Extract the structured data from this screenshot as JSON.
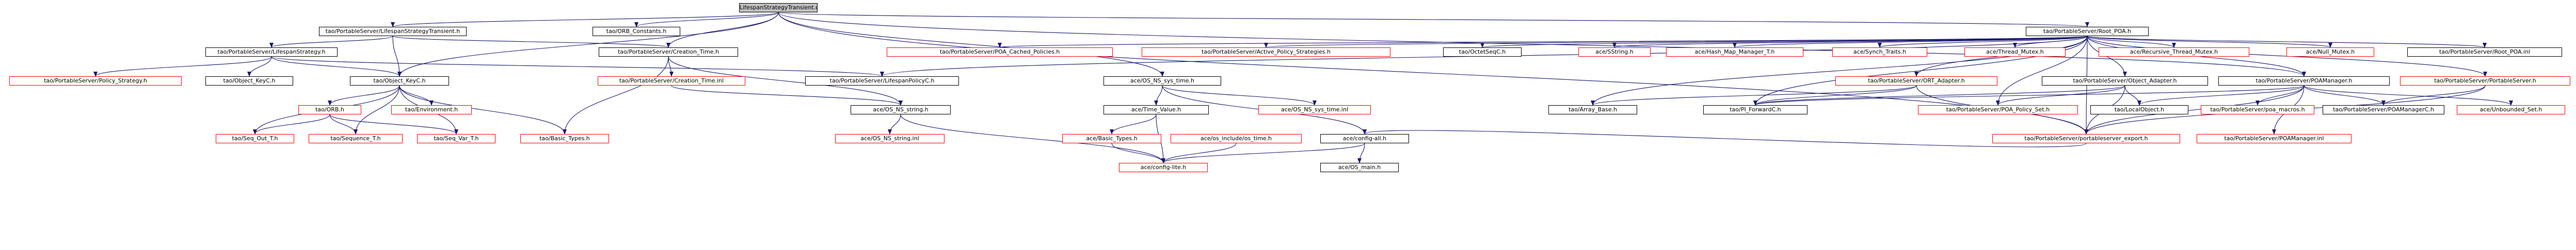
{
  "colors": {
    "edge": "#191970",
    "missing_border": "#ff0000",
    "root_fill": "#bfbfbf",
    "node_border": "#000000"
  },
  "nodes": [
    {
      "id": "root",
      "label": "LifespanStrategyTransient.cpp",
      "kind": "root"
    },
    {
      "id": "lst_h",
      "label": "tao/PortableServer/LifespanStrategyTransient.h",
      "kind": "normal"
    },
    {
      "id": "orb_const",
      "label": "tao/ORB_Constants.h",
      "kind": "normal"
    },
    {
      "id": "root_poa",
      "label": "tao/PortableServer/Root_POA.h",
      "kind": "normal"
    },
    {
      "id": "lst_strat",
      "label": "tao/PortableServer/LifespanStrategy.h",
      "kind": "normal"
    },
    {
      "id": "creation_time",
      "label": "tao/PortableServer/Creation_Time.h",
      "kind": "normal"
    },
    {
      "id": "poa_cached",
      "label": "tao/PortableServer/POA_Cached_Policies.h",
      "kind": "missing"
    },
    {
      "id": "active_policy",
      "label": "tao/PortableServer/Active_Policy_Strategies.h",
      "kind": "missing"
    },
    {
      "id": "octetseq",
      "label": "tao/OctetSeqC.h",
      "kind": "normal"
    },
    {
      "id": "sstring",
      "label": "ace/SString.h",
      "kind": "missing"
    },
    {
      "id": "hash_map",
      "label": "ace/Hash_Map_Manager_T.h",
      "kind": "missing"
    },
    {
      "id": "synch_traits",
      "label": "ace/Synch_Traits.h",
      "kind": "missing"
    },
    {
      "id": "thread_mutex",
      "label": "ace/Thread_Mutex.h",
      "kind": "missing"
    },
    {
      "id": "recursive_mutex",
      "label": "ace/Recursive_Thread_Mutex.h",
      "kind": "missing"
    },
    {
      "id": "null_mutex",
      "label": "ace/Null_Mutex.h",
      "kind": "missing"
    },
    {
      "id": "root_poa_inl",
      "label": "tao/PortableServer/Root_POA.inl",
      "kind": "normal"
    },
    {
      "id": "ort_adapter",
      "label": "tao/PortableServer/ORT_Adapter.h",
      "kind": "missing"
    },
    {
      "id": "object_adapter",
      "label": "tao/PortableServer/Object_Adapter.h",
      "kind": "normal"
    },
    {
      "id": "poa_manager",
      "label": "tao/PortableServer/POAManager.h",
      "kind": "normal"
    },
    {
      "id": "portableserver_h",
      "label": "tao/PortableServer/PortableServer.h",
      "kind": "missing"
    },
    {
      "id": "policy_strategy",
      "label": "tao/PortableServer/Policy_Strategy.h",
      "kind": "missing"
    },
    {
      "id": "object_keyc",
      "label": "tao/Object_KeyC.h",
      "kind": "normal"
    },
    {
      "id": "object_keyc2",
      "label": "tao/Object_KeyC.h",
      "kind": "normal"
    },
    {
      "id": "creation_time_inl",
      "label": "tao/PortableServer/Creation_Time.inl",
      "kind": "missing"
    },
    {
      "id": "lifespan_policyc",
      "label": "tao/PortableServer/LifespanPolicyC.h",
      "kind": "normal"
    },
    {
      "id": "os_ns_sys_time",
      "label": "ace/OS_NS_sys_time.h",
      "kind": "normal"
    },
    {
      "id": "array_base",
      "label": "tao/Array_Base.h",
      "kind": "normal"
    },
    {
      "id": "pi_forwardc",
      "label": "tao/PI_ForwardC.h",
      "kind": "normal"
    },
    {
      "id": "poa_policy_set",
      "label": "tao/PortableServer/POA_Policy_Set.h",
      "kind": "missing"
    },
    {
      "id": "local_object",
      "label": "tao/LocalObject.h",
      "kind": "normal"
    },
    {
      "id": "pss_macros",
      "label": "tao/PortableServer/poa_macros.h",
      "kind": "missing"
    },
    {
      "id": "poamanagerc",
      "label": "tao/PortableServer/POAManagerC.h",
      "kind": "normal"
    },
    {
      "id": "unbounded_set",
      "label": "ace/Unbounded_Set.h",
      "kind": "missing"
    },
    {
      "id": "poamanager_inl",
      "label": "tao/PortableServer/POAManager.inl",
      "kind": "missing"
    },
    {
      "id": "environment",
      "label": "tao/Environment.h",
      "kind": "missing"
    },
    {
      "id": "os_ns_string",
      "label": "ace/OS_NS_string.h",
      "kind": "normal"
    },
    {
      "id": "time_value",
      "label": "ace/Time_Value.h",
      "kind": "normal"
    },
    {
      "id": "os_ns_sys_time_inl",
      "label": "ace/OS_NS_sys_time.inl",
      "kind": "missing"
    },
    {
      "id": "orb_h",
      "label": "tao/ORB.h",
      "kind": "missing"
    },
    {
      "id": "ps_export",
      "label": "tao/PortableServer/portableserver_export.h",
      "kind": "missing"
    },
    {
      "id": "seq_out_t",
      "label": "tao/Seq_Out_T.h",
      "kind": "missing"
    },
    {
      "id": "sequence_t",
      "label": "tao/Sequence_T.h",
      "kind": "missing"
    },
    {
      "id": "seq_var_t",
      "label": "tao/Seq_Var_T.h",
      "kind": "missing"
    },
    {
      "id": "basic_types_tao",
      "label": "tao/Basic_Types.h",
      "kind": "missing"
    },
    {
      "id": "os_ns_string_inl",
      "label": "ace/OS_NS_string.inl",
      "kind": "missing"
    },
    {
      "id": "basic_types_ace",
      "label": "ace/Basic_Types.h",
      "kind": "missing"
    },
    {
      "id": "os_include_time",
      "label": "ace/os_include/os_time.h",
      "kind": "missing"
    },
    {
      "id": "config_all",
      "label": "ace/config-all.h",
      "kind": "normal"
    },
    {
      "id": "config_lite",
      "label": "ace/config-lite.h",
      "kind": "missing"
    },
    {
      "id": "os_main",
      "label": "ace/OS_main.h",
      "kind": "normal"
    }
  ],
  "edges": [
    [
      "root",
      "lst_h"
    ],
    [
      "root",
      "orb_const"
    ],
    [
      "root",
      "root_poa"
    ],
    [
      "root",
      "creation_time"
    ],
    [
      "root",
      "os_ns_sys_time"
    ],
    [
      "root",
      "object_keyc2"
    ],
    [
      "root",
      "poa_manager"
    ],
    [
      "root",
      "ps_export"
    ],
    [
      "lst_h",
      "lst_strat"
    ],
    [
      "lst_h",
      "object_keyc2"
    ],
    [
      "lst_h",
      "creation_time"
    ],
    [
      "lst_strat",
      "policy_strategy"
    ],
    [
      "lst_strat",
      "object_keyc"
    ],
    [
      "lst_strat",
      "object_keyc2"
    ],
    [
      "lst_strat",
      "lifespan_policyc"
    ],
    [
      "root_poa",
      "poa_cached"
    ],
    [
      "root_poa",
      "active_policy"
    ],
    [
      "root_poa",
      "octetseq"
    ],
    [
      "root_poa",
      "sstring"
    ],
    [
      "root_poa",
      "hash_map"
    ],
    [
      "root_poa",
      "synch_traits"
    ],
    [
      "root_poa",
      "thread_mutex"
    ],
    [
      "root_poa",
      "recursive_mutex"
    ],
    [
      "root_poa",
      "null_mutex"
    ],
    [
      "root_poa",
      "root_poa_inl"
    ],
    [
      "root_poa",
      "ort_adapter"
    ],
    [
      "root_poa",
      "object_adapter"
    ],
    [
      "root_poa",
      "poa_manager"
    ],
    [
      "root_poa",
      "portableserver_h"
    ],
    [
      "root_poa",
      "lifespan_policyc"
    ],
    [
      "root_poa",
      "array_base"
    ],
    [
      "root_poa",
      "pi_forwardc"
    ],
    [
      "root_poa",
      "poa_policy_set"
    ],
    [
      "root_poa",
      "ps_export"
    ],
    [
      "creation_time",
      "creation_time_inl"
    ],
    [
      "creation_time",
      "basic_types_tao"
    ],
    [
      "creation_time",
      "os_ns_string"
    ],
    [
      "creation_time_inl",
      "os_ns_string"
    ],
    [
      "object_keyc2",
      "orb_h"
    ],
    [
      "object_keyc2",
      "environment"
    ],
    [
      "object_keyc2",
      "seq_out_t"
    ],
    [
      "object_keyc2",
      "sequence_t"
    ],
    [
      "object_keyc2",
      "seq_var_t"
    ],
    [
      "object_keyc2",
      "basic_types_tao"
    ],
    [
      "orb_h",
      "seq_out_t"
    ],
    [
      "orb_h",
      "sequence_t"
    ],
    [
      "orb_h",
      "seq_var_t"
    ],
    [
      "os_ns_sys_time",
      "time_value"
    ],
    [
      "os_ns_sys_time",
      "os_ns_sys_time_inl"
    ],
    [
      "os_ns_sys_time",
      "config_all"
    ],
    [
      "time_value",
      "basic_types_ace"
    ],
    [
      "time_value",
      "config_lite"
    ],
    [
      "os_ns_string",
      "os_ns_string_inl"
    ],
    [
      "os_ns_string",
      "config_lite"
    ],
    [
      "basic_types_ace",
      "config_lite"
    ],
    [
      "os_include_time",
      "config_lite"
    ],
    [
      "config_all",
      "config_lite"
    ],
    [
      "config_all",
      "os_main"
    ],
    [
      "ort_adapter",
      "pi_forwardc"
    ],
    [
      "ort_adapter",
      "array_base"
    ],
    [
      "ort_adapter",
      "ps_export"
    ],
    [
      "object_adapter",
      "pi_forwardc"
    ],
    [
      "object_adapter",
      "poa_policy_set"
    ],
    [
      "object_adapter",
      "local_object"
    ],
    [
      "object_adapter",
      "ps_export"
    ],
    [
      "poa_manager",
      "pi_forwardc"
    ],
    [
      "poa_manager",
      "local_object"
    ],
    [
      "poa_manager",
      "pss_macros"
    ],
    [
      "poa_manager",
      "poamanagerc"
    ],
    [
      "poa_manager",
      "unbounded_set"
    ],
    [
      "poa_manager",
      "poamanager_inl"
    ],
    [
      "poa_manager",
      "ps_export"
    ],
    [
      "portableserver_h",
      "poamanagerc"
    ],
    [
      "portableserver_h",
      "ps_export"
    ],
    [
      "ps_export",
      "config_all"
    ]
  ]
}
